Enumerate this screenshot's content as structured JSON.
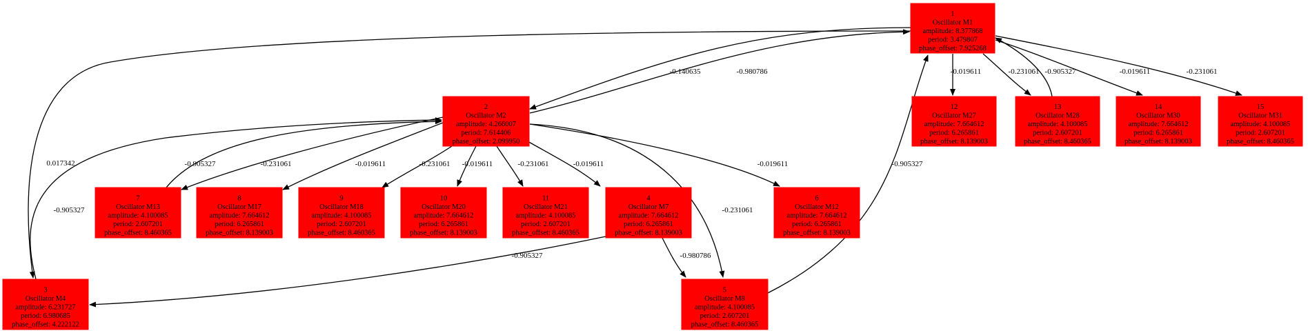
{
  "nodes": [
    {
      "id": "1",
      "name": "Oscillator M1",
      "amplitude": "amplitude: 8.377868",
      "period": "period: 3.479807",
      "phase": "phase_offset: 7.925268"
    },
    {
      "id": "2",
      "name": "Oscillator M2",
      "amplitude": "amplitude: 4.266007",
      "period": "period: 7.614406",
      "phase": "phase_offset: 2.099950"
    },
    {
      "id": "3",
      "name": "Oscillator M4",
      "amplitude": "amplitude: 6.231727",
      "period": "period: 6.980685",
      "phase": "phase_offset: 4.222122"
    },
    {
      "id": "4",
      "name": "Oscillator M7",
      "amplitude": "amplitude: 7.664612",
      "period": "period: 6.265861",
      "phase": "phase_offset: 8.139003"
    },
    {
      "id": "5",
      "name": "Oscillator M8",
      "amplitude": "amplitude: 4.100085",
      "period": "period: 2.607201",
      "phase": "phase_offset: 8.460365"
    },
    {
      "id": "6",
      "name": "Oscillator M12",
      "amplitude": "amplitude: 7.664612",
      "period": "period: 6.265861",
      "phase": "phase_offset: 8.139003"
    },
    {
      "id": "7",
      "name": "Oscillator M13",
      "amplitude": "amplitude: 4.100085",
      "period": "period: 2.607201",
      "phase": "phase_offset: 8.460365"
    },
    {
      "id": "8",
      "name": "Oscillator M17",
      "amplitude": "amplitude: 7.664612",
      "period": "period: 6.265861",
      "phase": "phase_offset: 8.139003"
    },
    {
      "id": "9",
      "name": "Oscillator M18",
      "amplitude": "amplitude: 4.100085",
      "period": "period: 2.607201",
      "phase": "phase_offset: 8.460365"
    },
    {
      "id": "10",
      "name": "Oscillator M20",
      "amplitude": "amplitude: 7.664612",
      "period": "period: 6.265861",
      "phase": "phase_offset: 8.139003"
    },
    {
      "id": "11",
      "name": "Oscillator M21",
      "amplitude": "amplitude: 4.100085",
      "period": "period: 2.607201",
      "phase": "phase_offset: 8.460365"
    },
    {
      "id": "12",
      "name": "Oscillator M27",
      "amplitude": "amplitude: 7.664612",
      "period": "period: 6.265861",
      "phase": "phase_offset: 8.139003"
    },
    {
      "id": "13",
      "name": "Oscillator M28",
      "amplitude": "amplitude: 4.100085",
      "period": "period: 2.607201",
      "phase": "phase_offset: 8.460365"
    },
    {
      "id": "14",
      "name": "Oscillator M30",
      "amplitude": "amplitude: 7.664612",
      "period": "period: 6.265861",
      "phase": "phase_offset: 8.139003"
    },
    {
      "id": "15",
      "name": "Oscillator M31",
      "amplitude": "amplitude: 4.100085",
      "period": "period: 2.607201",
      "phase": "phase_offset: 8.460365"
    }
  ],
  "edges": [
    {
      "from": "1",
      "to": "2",
      "weight": "-0.980786"
    },
    {
      "from": "2",
      "to": "1",
      "weight": "-0.140635"
    },
    {
      "from": "1",
      "to": "3",
      "weight": "0.017342"
    },
    {
      "from": "1",
      "to": "12",
      "weight": "-0.019611"
    },
    {
      "from": "1",
      "to": "13",
      "weight": "-0.231061"
    },
    {
      "from": "13",
      "to": "1",
      "weight": "-0.905327"
    },
    {
      "from": "1",
      "to": "14",
      "weight": "-0.019611"
    },
    {
      "from": "1",
      "to": "15",
      "weight": "-0.231061"
    },
    {
      "from": "2",
      "to": "7",
      "weight": "-0.231061"
    },
    {
      "from": "7",
      "to": "2",
      "weight": "-0.905327"
    },
    {
      "from": "2",
      "to": "8",
      "weight": "-0.019611"
    },
    {
      "from": "2",
      "to": "9",
      "weight": "-0.231061"
    },
    {
      "from": "2",
      "to": "10",
      "weight": "-0.019611"
    },
    {
      "from": "2",
      "to": "11",
      "weight": "-0.231061"
    },
    {
      "from": "2",
      "to": "4",
      "weight": "-0.019611"
    },
    {
      "from": "2",
      "to": "6",
      "weight": "-0.019611"
    },
    {
      "from": "2",
      "to": "5",
      "weight": "-0.231061"
    },
    {
      "from": "3",
      "to": "2",
      "weight": "-0.905327"
    },
    {
      "from": "4",
      "to": "3",
      "weight": "-0.905327"
    },
    {
      "from": "4",
      "to": "5",
      "weight": "-0.980786"
    },
    {
      "from": "5",
      "to": "1",
      "weight": "-0.905327"
    }
  ]
}
